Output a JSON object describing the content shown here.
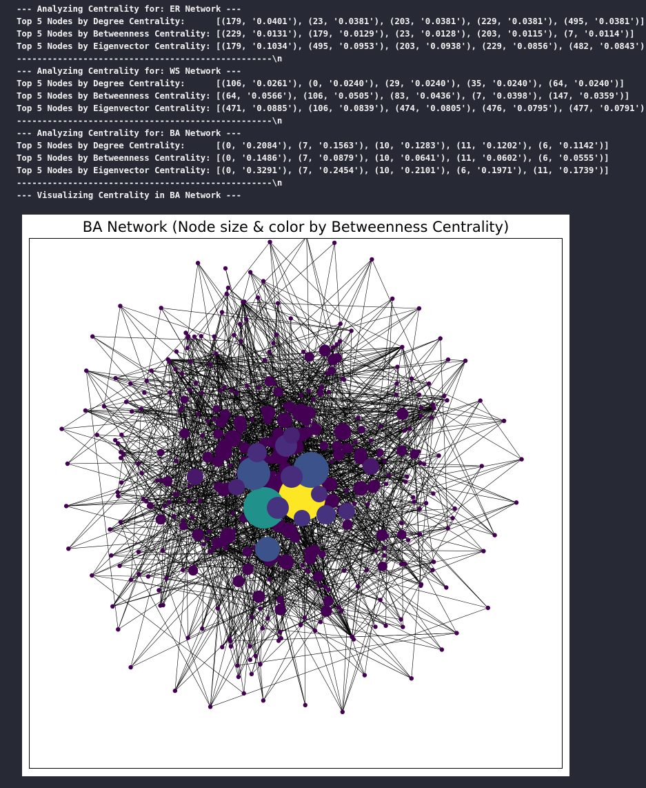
{
  "console": {
    "lines": [
      "--- Analyzing Centrality for: ER Network ---",
      "Top 5 Nodes by Degree Centrality:      [(179, '0.0401'), (23, '0.0381'), (203, '0.0381'), (229, '0.0381'), (495, '0.0381')]",
      "Top 5 Nodes by Betweenness Centrality: [(229, '0.0131'), (179, '0.0129'), (23, '0.0128'), (203, '0.0115'), (7, '0.0114')]",
      "Top 5 Nodes by Eigenvector Centrality: [(179, '0.1034'), (495, '0.0953'), (203, '0.0938'), (229, '0.0856'), (482, '0.0843')]",
      "--------------------------------------------------\\n",
      "--- Analyzing Centrality for: WS Network ---",
      "Top 5 Nodes by Degree Centrality:      [(106, '0.0261'), (0, '0.0240'), (29, '0.0240'), (35, '0.0240'), (64, '0.0240')]",
      "Top 5 Nodes by Betweenness Centrality: [(64, '0.0566'), (106, '0.0505'), (83, '0.0436'), (7, '0.0398'), (147, '0.0359')]",
      "Top 5 Nodes by Eigenvector Centrality: [(471, '0.0885'), (106, '0.0839'), (474, '0.0805'), (476, '0.0795'), (477, '0.0791')]",
      "--------------------------------------------------\\n",
      "--- Analyzing Centrality for: BA Network ---",
      "Top 5 Nodes by Degree Centrality:      [(0, '0.2084'), (7, '0.1563'), (10, '0.1283'), (11, '0.1202'), (6, '0.1142')]",
      "Top 5 Nodes by Betweenness Centrality: [(0, '0.1486'), (7, '0.0879'), (10, '0.0641'), (11, '0.0602'), (6, '0.0555')]",
      "Top 5 Nodes by Eigenvector Centrality: [(0, '0.3291'), (7, '0.2454'), (10, '0.2101'), (6, '0.1971'), (11, '0.1739')]",
      "--------------------------------------------------\\n",
      "--- Visualizing Centrality in BA Network ---"
    ]
  },
  "figure": {
    "title": "BA Network (Node size & color by Betweenness Centrality)",
    "colors": {
      "edge": "#000000",
      "node_low": "#440154",
      "node_mid1": "#3b528b",
      "node_mid2": "#21918c",
      "node_mid3": "#5ec962",
      "node_high": "#fde725"
    }
  }
}
